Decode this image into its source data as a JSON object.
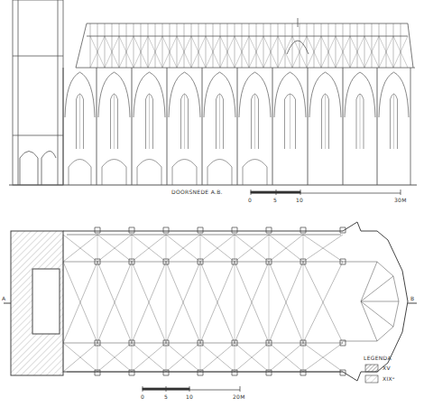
{
  "diagram": {
    "labels": [
      "DOORSNEDE A.B.",
      "0",
      "5",
      "10",
      "30M",
      "0",
      "5",
      "10",
      "20M",
      "A",
      "B"
    ],
    "legend": [
      {
        "text": "LEGENDA"
      },
      {
        "text": "XV"
      },
      {
        "text": "XIXᵉ"
      }
    ]
  }
}
